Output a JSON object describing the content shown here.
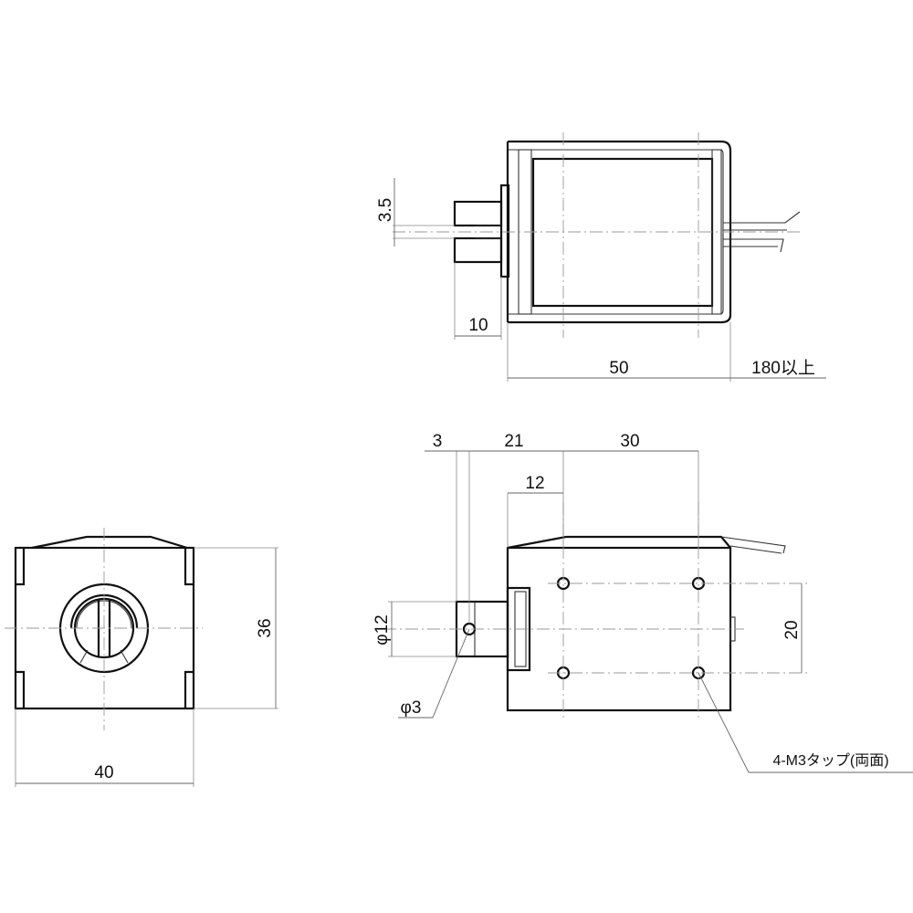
{
  "top_view": {
    "dim_pin_gap": "3.5",
    "dim_plunger_length": "10",
    "dim_body_length": "50",
    "dim_lead_length": "180以上"
  },
  "side_view": {
    "dim_plunger_tip": "3",
    "dim_plunger_to_tap": "21",
    "dim_tap_pitch_x": "30",
    "dim_stroke": "12",
    "dim_plunger_dia": "φ12",
    "dim_hole_dia": "φ3",
    "dim_tap_pitch_y": "20",
    "note_taps": "4-M3タップ(両面)"
  },
  "front_view": {
    "dim_width": "40",
    "dim_height": "36"
  }
}
